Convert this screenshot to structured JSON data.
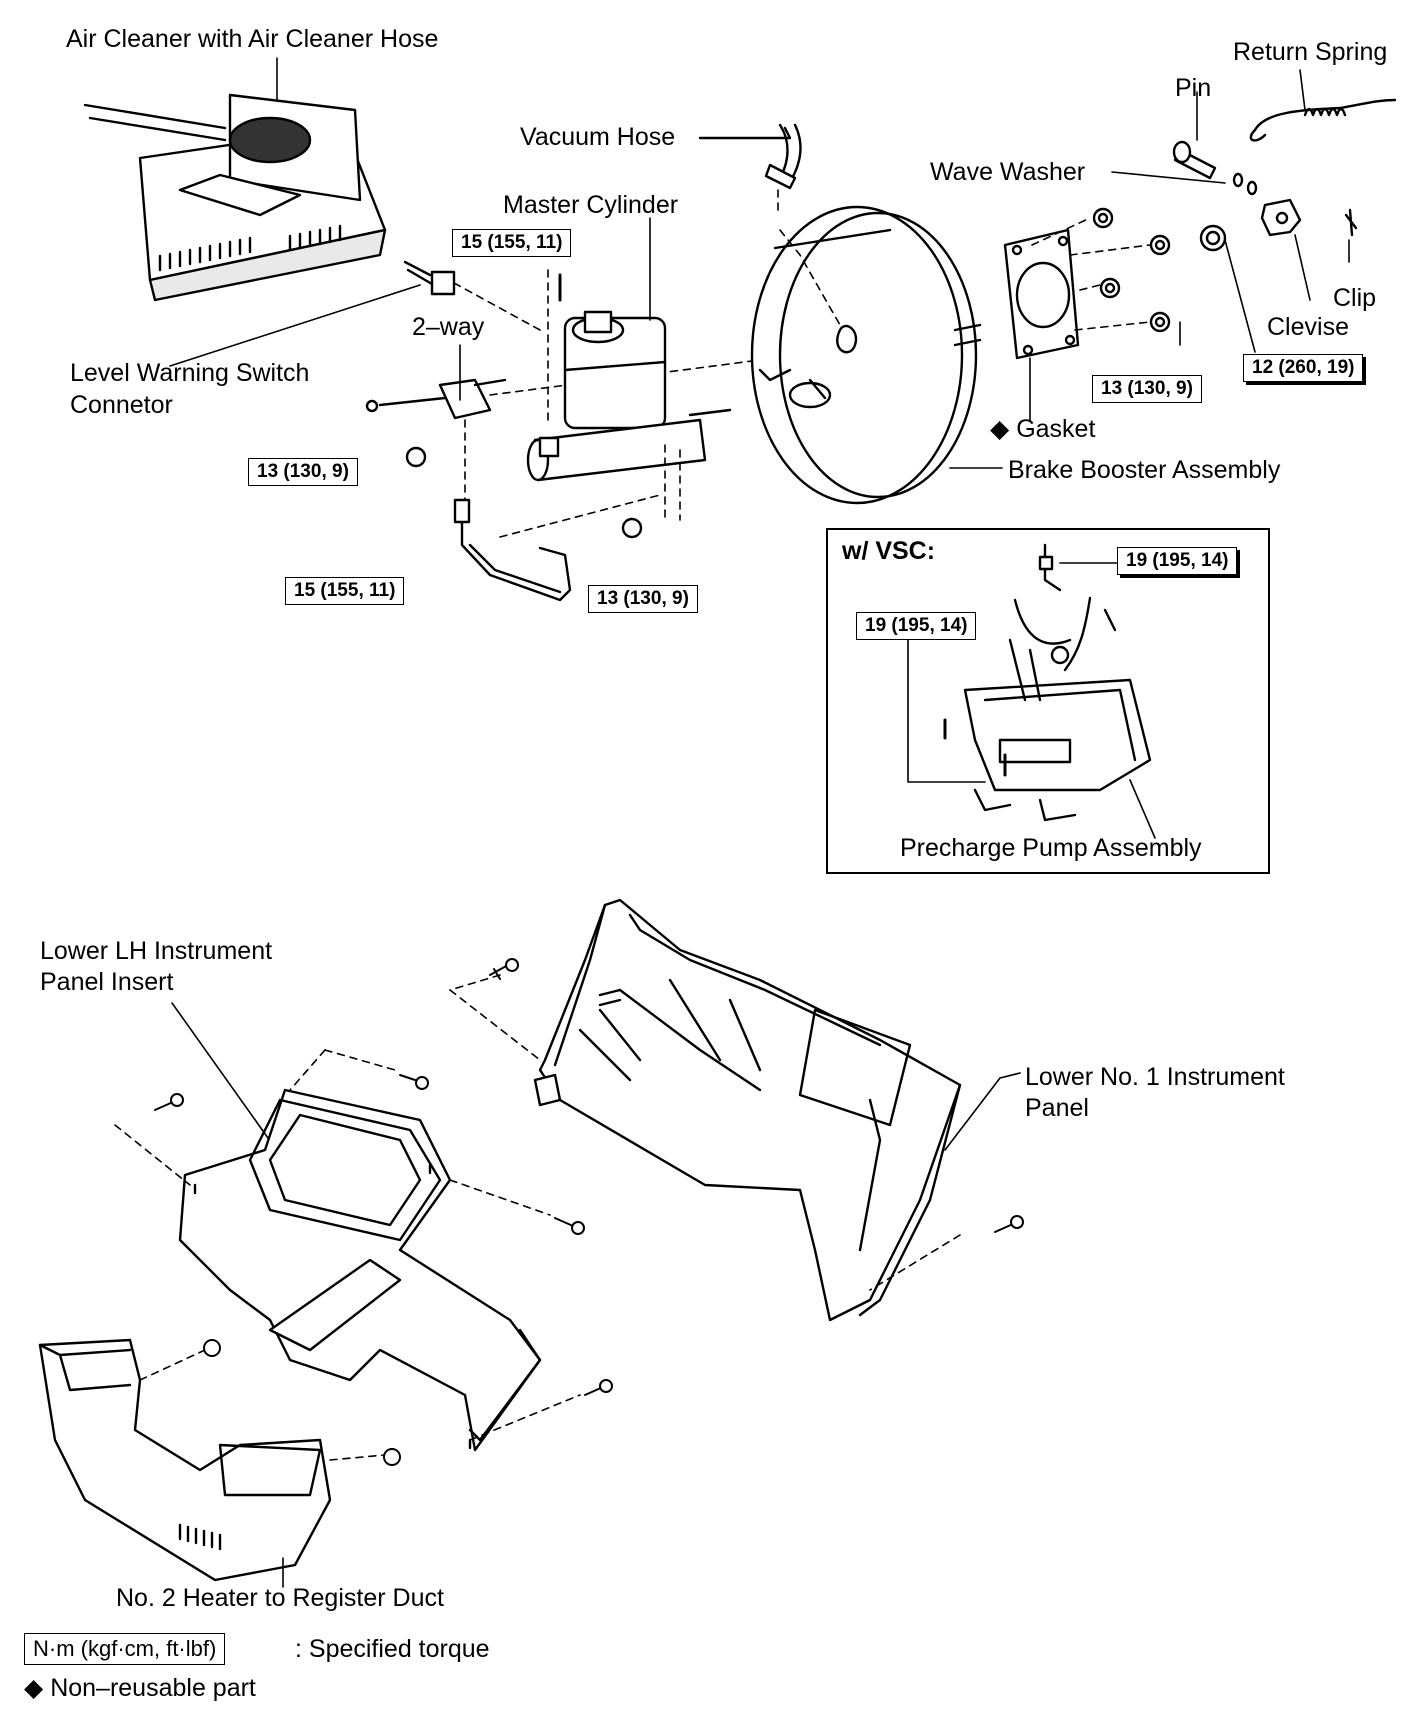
{
  "labels": {
    "air_cleaner": "Air Cleaner with Air Cleaner Hose",
    "return_spring": "Return Spring",
    "pin": "Pin",
    "vacuum_hose": "Vacuum Hose",
    "wave_washer": "Wave Washer",
    "master_cylinder": "Master Cylinder",
    "clip": "Clip",
    "clevise": "Clevise",
    "two_way": "2–way",
    "level_warning_line1": "Level Warning Switch",
    "level_warning_line2": "Connetor",
    "gasket": "Gasket",
    "brake_booster": "Brake Booster Assembly",
    "vsc_title": "w/ VSC:",
    "precharge_pump": "Precharge Pump Assembly",
    "lower_lh_line1": "Lower LH Instrument",
    "lower_lh_line2": "Panel Insert",
    "lower_no1_line1": "Lower No. 1 Instrument",
    "lower_no1_line2": "Panel",
    "heater_duct": "No. 2 Heater to Register Duct"
  },
  "torques": {
    "t_master_top": "15 (155, 11)",
    "t_master_bottom": "15 (155, 11)",
    "t_2way": "13 (130, 9)",
    "t_master_nut": "13 (130, 9)",
    "t_gasket_nut": "13 (130, 9)",
    "t_clevise": "12 (260, 19)",
    "t_vsc_right": "19 (195, 14)",
    "t_vsc_left": "19 (195, 14)"
  },
  "legend": {
    "torque_unit": "N·m (kgf·cm, ft·lbf)",
    "torque_desc": ": Specified torque",
    "nonreusable": "Non–reusable part",
    "diamond_symbol": "diamond-symbol"
  }
}
